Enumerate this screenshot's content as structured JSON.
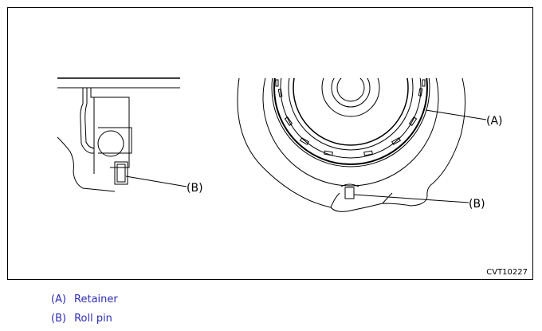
{
  "diagram": {
    "callouts": {
      "left_b": "(B)",
      "right_a": "(A)",
      "right_b": "(B)"
    },
    "figure_code": "CVT10227"
  },
  "legend": [
    {
      "key": "(A)",
      "label": "Retainer"
    },
    {
      "key": "(B)",
      "label": "Roll pin"
    }
  ]
}
